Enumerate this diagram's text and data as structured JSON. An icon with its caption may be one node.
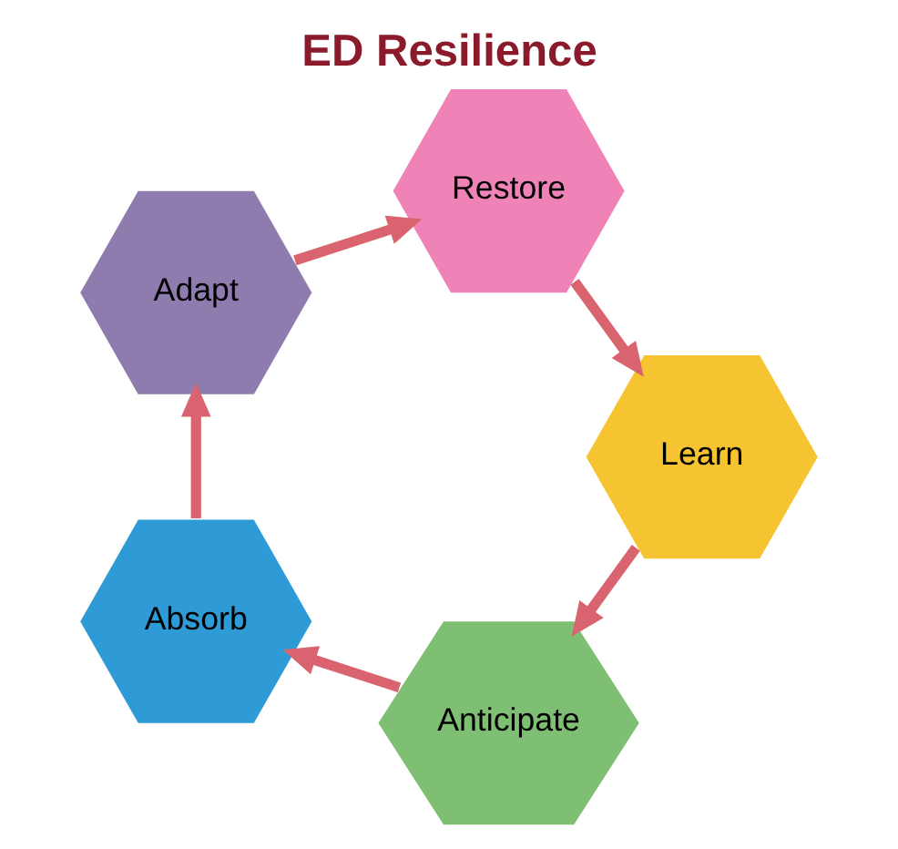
{
  "diagram": {
    "title": "ED Resilience",
    "nodes": [
      {
        "text": [
          "Anticipate"
        ]
      },
      {
        "text": [
          "Absorb"
        ]
      },
      {
        "text": [
          "Adapt"
        ]
      },
      {
        "text": [
          "Restore"
        ]
      },
      {
        "text": [
          "Learn"
        ]
      }
    ],
    "edges": [
      {
        "from": 0,
        "to": 1,
        "arrow": "to"
      },
      {
        "from": 1,
        "to": 2,
        "arrow": "to"
      },
      {
        "from": 2,
        "to": 3,
        "arrow": "to"
      },
      {
        "from": 3,
        "to": 4,
        "arrow": "to"
      },
      {
        "from": 4,
        "to": 0,
        "arrow": "to"
      }
    ]
  }
}
